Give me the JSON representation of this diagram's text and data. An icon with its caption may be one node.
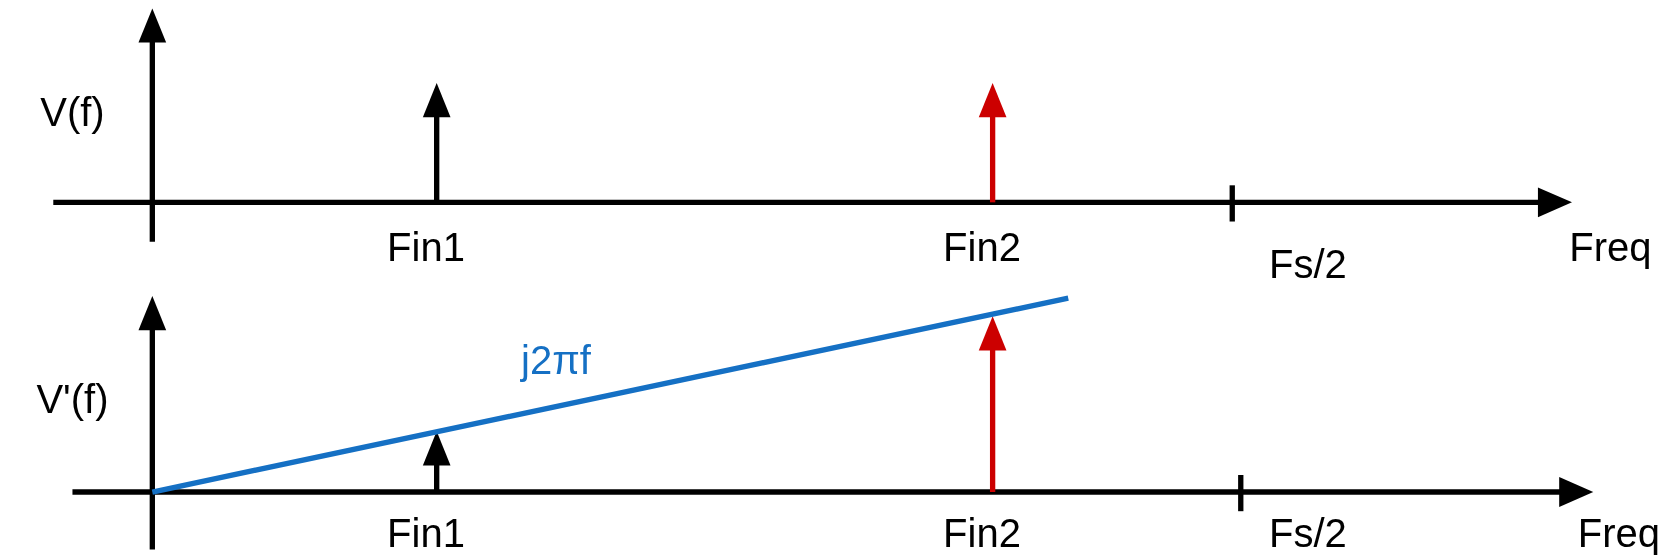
{
  "diagram": {
    "labels": [
      "V(f)",
      "Fin1",
      "Fin2",
      "Fs/2",
      "Freq",
      "j2πf",
      "V'(f)",
      "Fin1",
      "Fin2",
      "Fs/2",
      "Freq"
    ]
  }
}
